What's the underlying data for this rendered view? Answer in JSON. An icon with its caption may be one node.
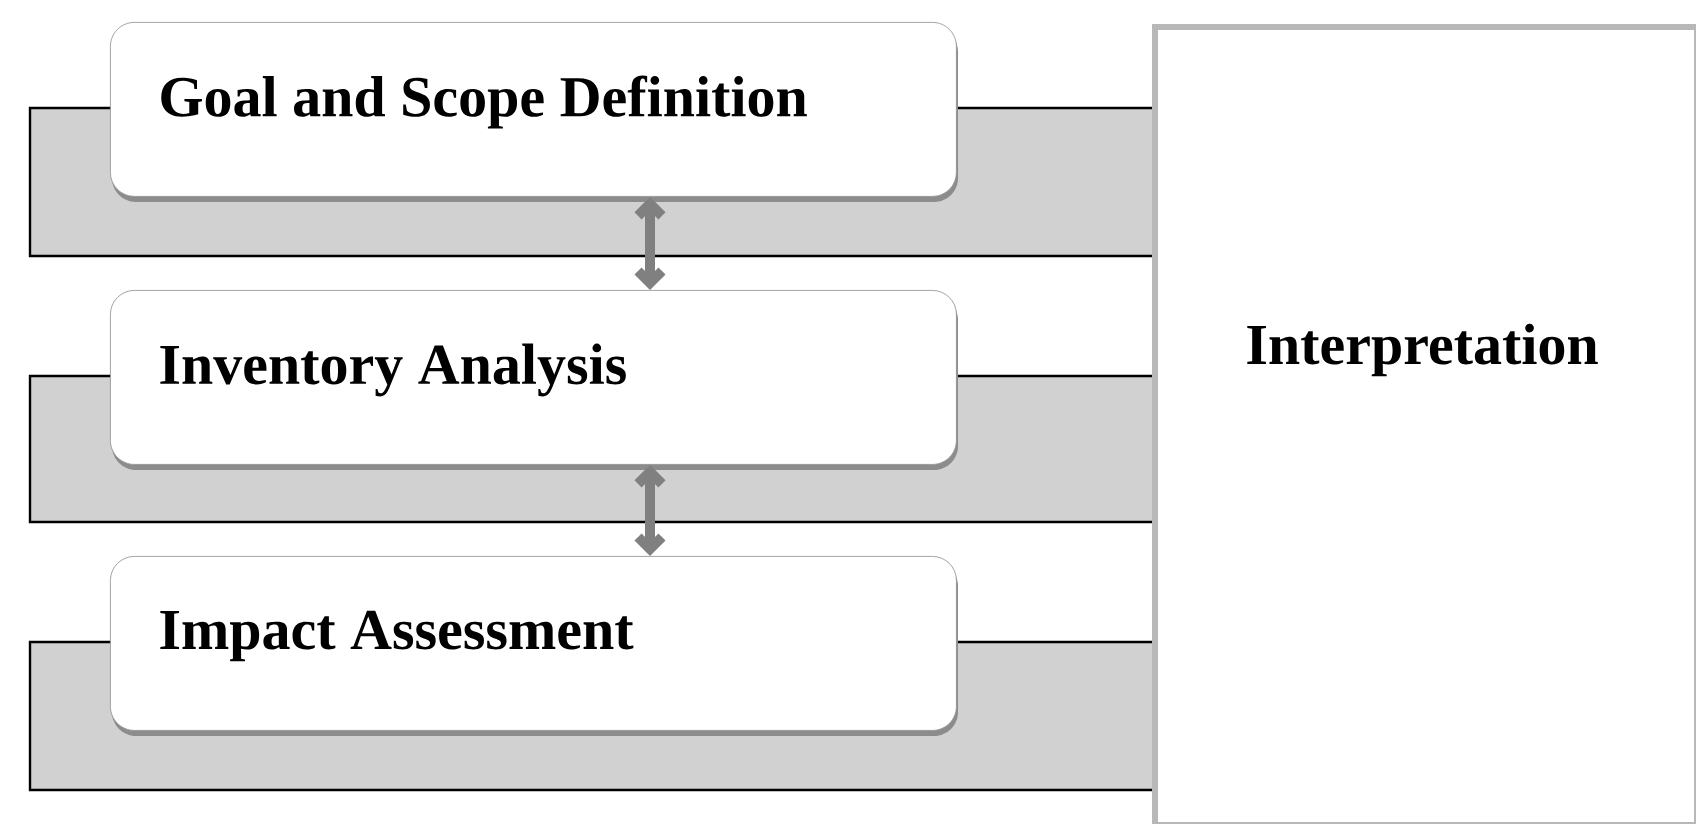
{
  "diagram": {
    "nodes": [
      {
        "text": [
          "Goal and Scope Definition"
        ]
      },
      {
        "text": [
          "Inventory Analysis"
        ]
      },
      {
        "text": [
          "Impact Assessment"
        ]
      },
      {
        "text": [
          "Interpretation"
        ]
      }
    ],
    "edges": [
      {
        "from": 0,
        "to": 1,
        "arrow": "both",
        "color": "#808080"
      },
      {
        "from": 1,
        "to": 2,
        "arrow": "both",
        "color": "#808080"
      }
    ]
  }
}
